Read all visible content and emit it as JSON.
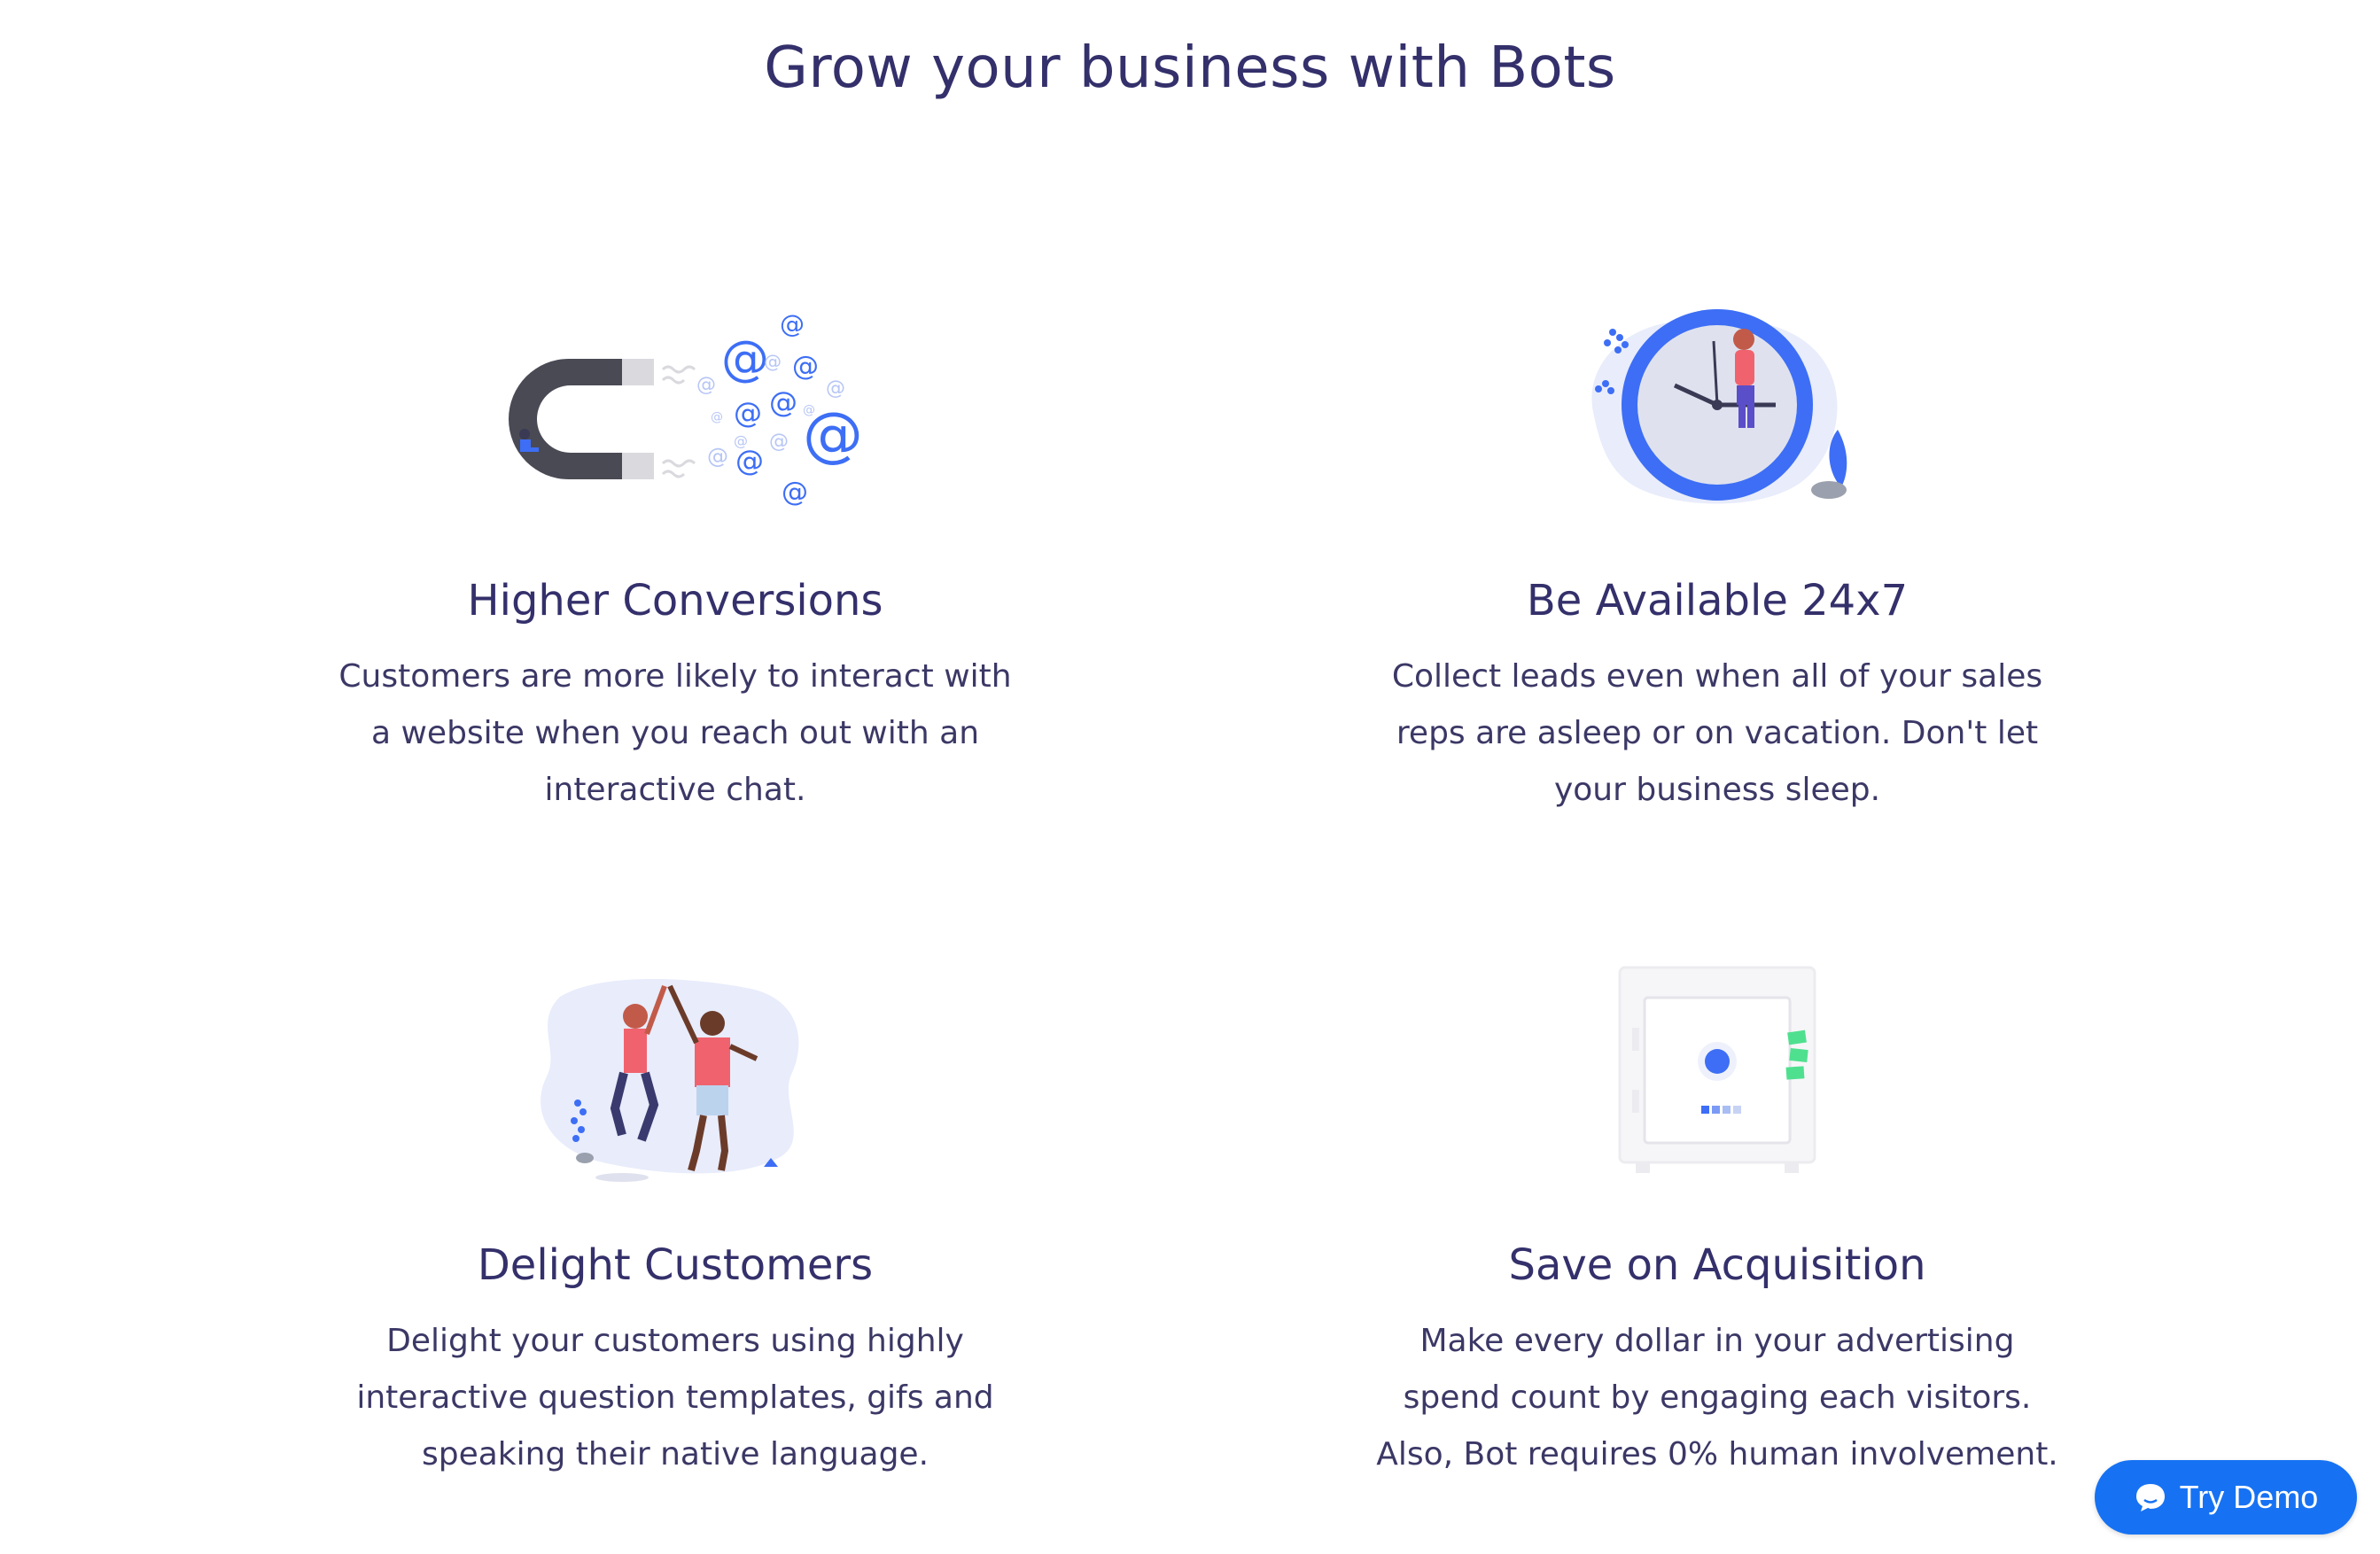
{
  "header": {
    "title": "Grow your business with Bots"
  },
  "features": [
    {
      "title": "Higher Conversions",
      "description": "Customers are more likely to interact with a website when you reach out with an interactive chat.",
      "icon": "magnet-attracting-emails-illustration"
    },
    {
      "title": "Be Available 24x7",
      "description": "Collect leads even when all of your sales reps are asleep or on vacation. Don't let your business sleep.",
      "icon": "clock-with-person-illustration"
    },
    {
      "title": "Delight Customers",
      "description": "Delight your customers using highly interactive question templates, gifs and speaking their native language.",
      "icon": "high-five-people-illustration"
    },
    {
      "title": "Save on Acquisition",
      "description": "Make every dollar in your advertising spend count by engaging each visitors. Also, Bot requires 0% human involvement.",
      "icon": "safe-with-money-illustration"
    }
  ],
  "demo_button": {
    "label": "Try Demo",
    "icon": "chat-bubble-icon"
  },
  "colors": {
    "heading": "#34306b",
    "accent_blue": "#1672f3",
    "illustration_blue": "#3d6ef5",
    "coral": "#f0636e",
    "magnet_dark": "#4a4a55"
  }
}
